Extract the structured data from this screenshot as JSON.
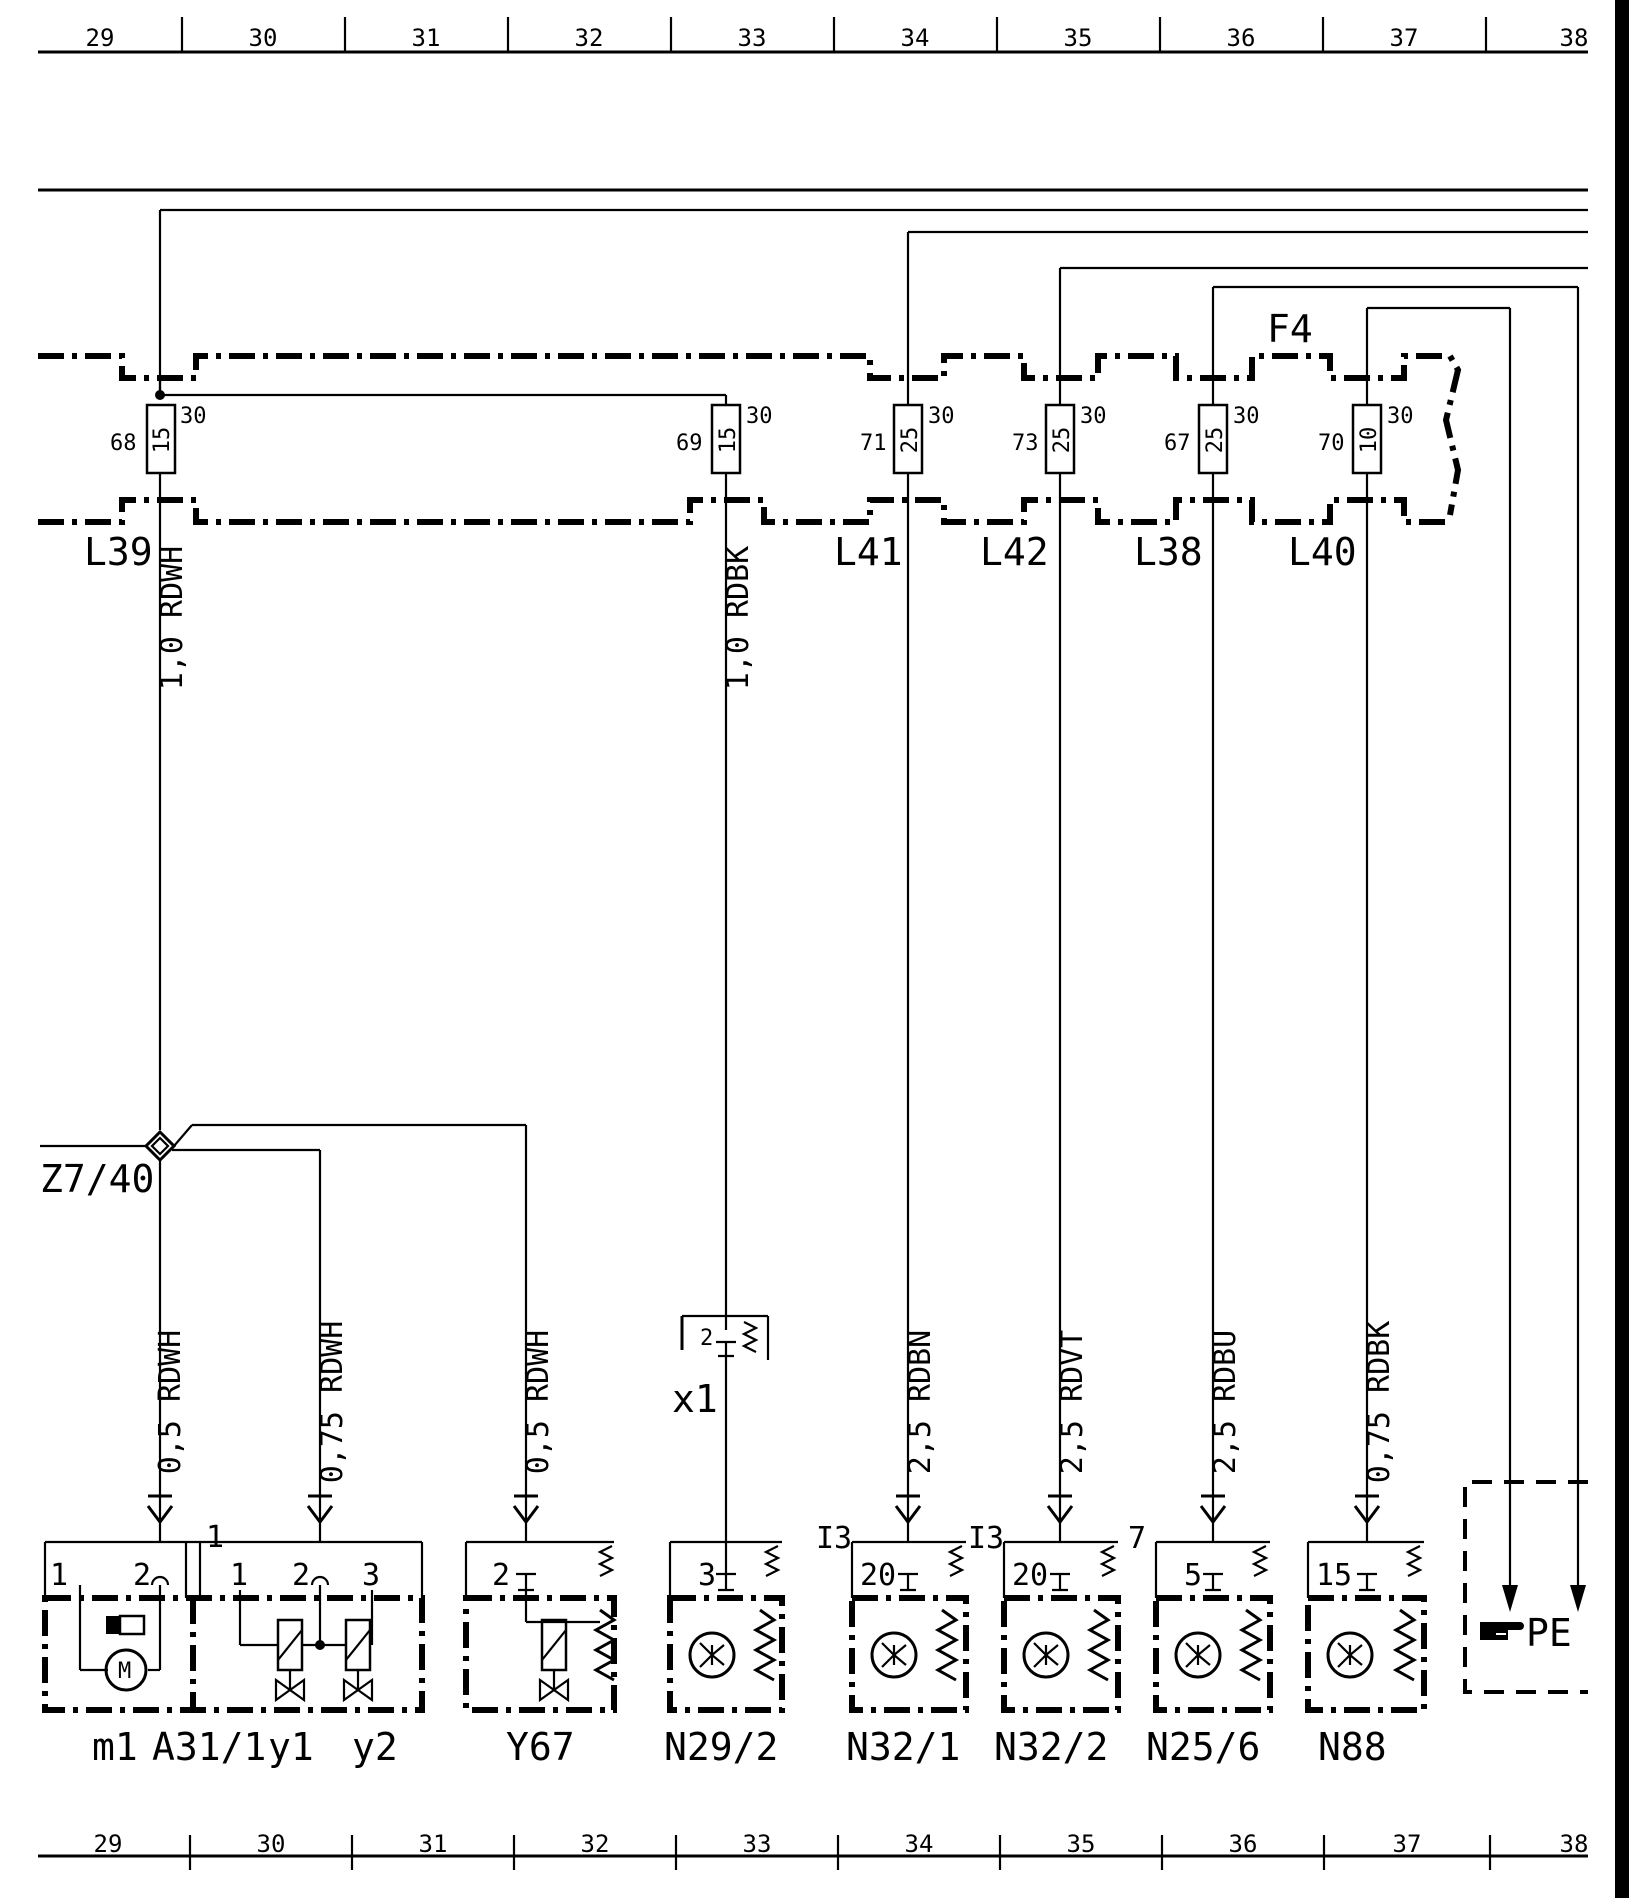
{
  "grid": {
    "columns": [
      "29",
      "30",
      "31",
      "32",
      "33",
      "34",
      "35",
      "36",
      "37",
      "38"
    ]
  },
  "fuse_block": {
    "name": "F4",
    "fuses": [
      {
        "number": "68",
        "rating": "15",
        "terminal": "30",
        "wire_label": "L39"
      },
      {
        "number": "69",
        "rating": "15",
        "terminal": "30",
        "wire_label": ""
      },
      {
        "number": "71",
        "rating": "25",
        "terminal": "30",
        "wire_label": "L41"
      },
      {
        "number": "73",
        "rating": "25",
        "terminal": "30",
        "wire_label": "L42"
      },
      {
        "number": "67",
        "rating": "25",
        "terminal": "30",
        "wire_label": "L38"
      },
      {
        "number": "70",
        "rating": "10",
        "terminal": "30",
        "wire_label": "L40"
      }
    ]
  },
  "splice": {
    "name": "Z7/40"
  },
  "connector": {
    "name": "x1",
    "pin": "2"
  },
  "wires": [
    {
      "id": "w68",
      "spec": "1,0 RDWH"
    },
    {
      "id": "w69",
      "spec": "1,0 RDBK"
    },
    {
      "id": "m1",
      "spec": "0,5 RDWH"
    },
    {
      "id": "a31",
      "spec": "0,75 RDWH"
    },
    {
      "id": "y67",
      "spec": "0,5 RDWH"
    },
    {
      "id": "n321",
      "spec": "2,5 RDBN"
    },
    {
      "id": "n322",
      "spec": "2,5 RDVT"
    },
    {
      "id": "n256",
      "spec": "2,5 RDBU"
    },
    {
      "id": "n88",
      "spec": "0,75 RDBK"
    }
  ],
  "components": [
    {
      "id": "m1",
      "name": "m1"
    },
    {
      "id": "a31",
      "name": "A31/1",
      "sub": [
        "y1",
        "y2"
      ]
    },
    {
      "id": "y67",
      "name": "Y67"
    },
    {
      "id": "n292",
      "name": "N29/2"
    },
    {
      "id": "n321",
      "name": "N32/1"
    },
    {
      "id": "n322",
      "name": "N32/2"
    },
    {
      "id": "n256",
      "name": "N25/6"
    },
    {
      "id": "n88",
      "name": "N88"
    }
  ],
  "pins": {
    "m1": [
      "1",
      "2"
    ],
    "a31": [
      "1",
      "1",
      "2",
      "3"
    ],
    "y67": [
      "2"
    ],
    "n292": [
      "3"
    ],
    "n321": [
      "I3",
      "20"
    ],
    "n322": [
      "I3",
      "20"
    ],
    "n256": [
      "7",
      "5"
    ],
    "n88": [
      "15"
    ]
  },
  "reference": {
    "text": "PE"
  }
}
